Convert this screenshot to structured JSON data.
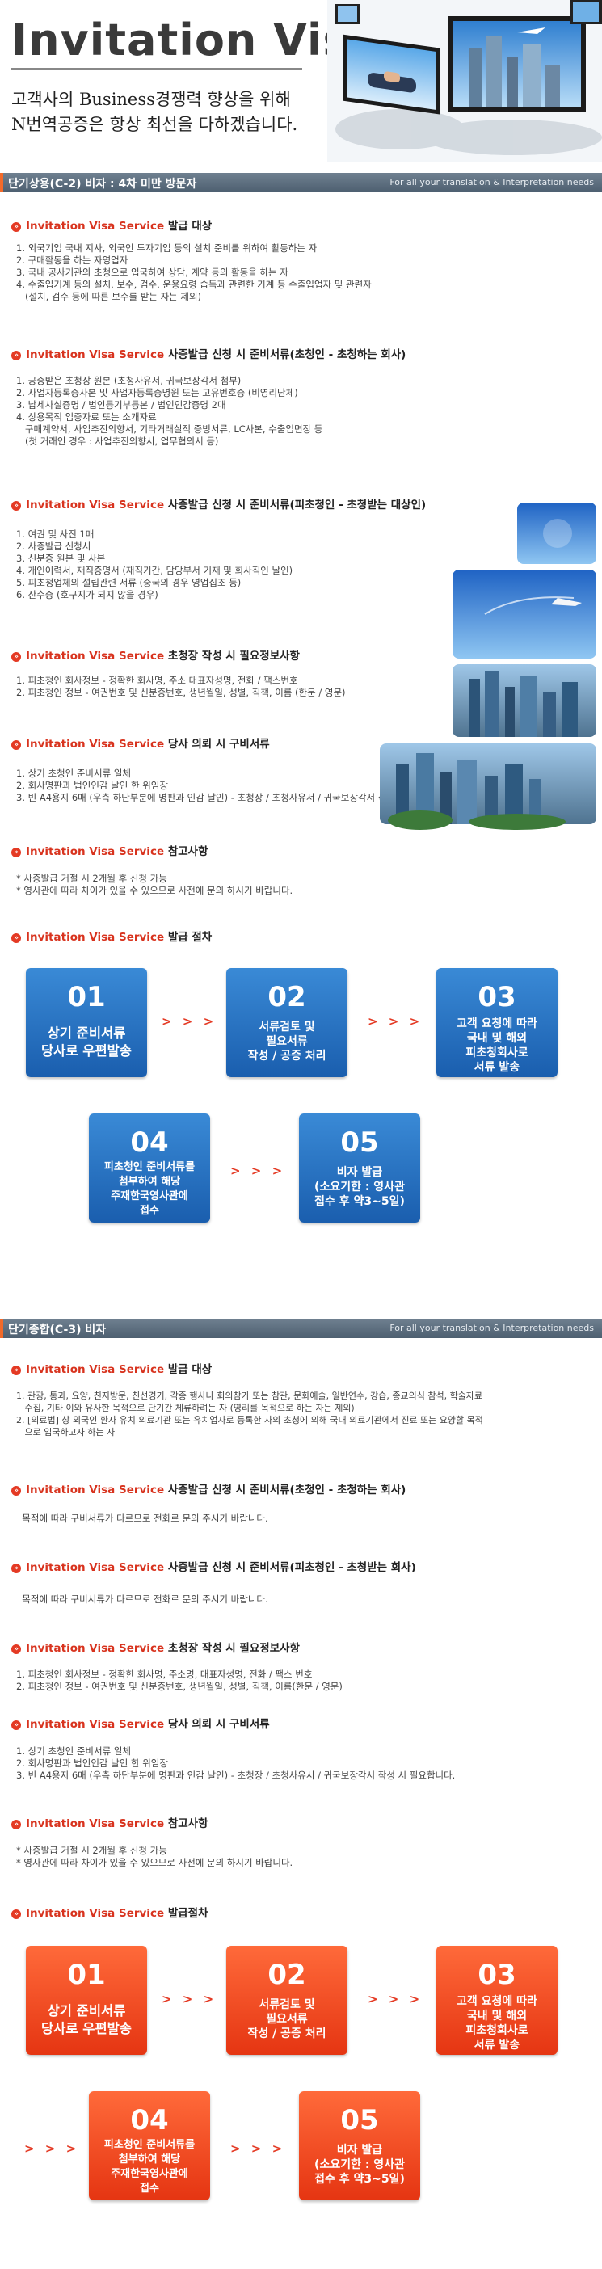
{
  "header": {
    "title": "Invitation Visa",
    "subtitle_line1": "고객사의 Business경쟁력 향상을 위해",
    "subtitle_line2": "N번역공증은 항상 최선을 다하겠습니다."
  },
  "brand_label": "Invitation Visa Service",
  "bar_right": "For all your translation & Interpretation needs",
  "section1": {
    "title": "단기상용(C-2) 비자 : 4차 미만 방문자",
    "blocks": [
      {
        "head": "발급 대상",
        "lines": "1. 외국기업 국내 지사, 외국인 투자기업 등의 설치 준비를 위하여 활동하는 자\n2. 구매활동을 하는 자영업자\n3. 국내 공사기관의 초청으로 입국하여 상담, 계약 등의 활동을 하는 자\n4. 수출입기계 등의 설치, 보수, 검수, 운용요령 습득과 관련한 기계 등 수출입업자 및 관련자\n   (설치, 검수 등에 따른 보수를 받는 자는 제외)"
      },
      {
        "head": "사증발급 신청 시 준비서류(초청인 - 초청하는 회사)",
        "lines": "1. 공증받은 초청장 원본 (초청사유서, 귀국보장각서 첨부)\n2. 사업자등록증사본 및 사업자등록증명원 또는 고유번호증 (비영리단체)\n3. 납세사실증명 / 법인등기부등본 / 법인인감증명 2매\n4. 상용목적 입증자료 또는 소개자료\n   구매계약서, 사업추진의향서, 기타거래실적 증빙서류, LC사본, 수출입면장 등\n   (첫 거래인 경우 : 사업추진의향서, 업무협의서 등)"
      },
      {
        "head": "사증발급 신청 시 준비서류(피초청인 - 초청받는 대상인)",
        "lines": "1. 여권 및 사진 1매\n2. 사증발급 신청서\n3. 신분증 원본 및 사본\n4. 개인이력서, 재직증명서 (재직기간, 담당부서 기재 및 회사직인 날인)\n5. 피초청업체의 설립관련 서류 (중국의 경우 영업집조 등)\n6. 잔수증 (호구지가 되지 않을 경우)"
      },
      {
        "head": "초청장 작성 시 필요정보사항",
        "lines": "1. 피초청인 회사정보 - 정확한 회사명, 주소 대표자성명, 전화 / 팩스번호\n2. 피초청인 정보 - 여권번호 및 신분증번호, 생년월일, 성별, 직책, 이름 (한문 / 영문)"
      },
      {
        "head": "당사 의뢰 시 구비서류",
        "lines": "1. 상기 초청인 준비서류 일체\n2. 회사명판과 법인인감 날인 한 위임장\n3. 빈 A4용지 6매 (우측 하단부분에 명판과 인감 날인) - 초청장 / 초청사유서 / 귀국보장각서 작성 시 필요 합니다."
      },
      {
        "head": "참고사항",
        "lines": "* 사증발급 거절 시 2개월 후 신청 가능\n* 영사관에 따라 차이가 있을 수 있으므로 사전에 문의 하시기 바랍니다."
      },
      {
        "head": "발급 절차",
        "lines": ""
      }
    ],
    "steps": [
      {
        "num": "01",
        "label": "상기 준비서류\n당사로 우편발송"
      },
      {
        "num": "02",
        "label": "서류검토 및\n필요서류\n작성 / 공증 처리"
      },
      {
        "num": "03",
        "label": "고객 요청에 따라\n국내 및 해외\n피초청회사로\n서류 발송"
      },
      {
        "num": "04",
        "label": "피초청인 준비서류를\n첨부하여 해당\n주재한국영사관에\n접수"
      },
      {
        "num": "05",
        "label": "비자 발급\n(소요기한 : 영사관\n접수 후 약3~5일)"
      }
    ],
    "arrows": "> > >"
  },
  "section2": {
    "title": "단기종합(C-3) 비자",
    "blocks": [
      {
        "head": "발급 대상",
        "lines": "1. 관광, 통과, 요양, 친지방문, 친선경기, 각종 행사나 회의참가 또는 참관, 문화예술, 일반연수, 강습, 종교의식 참석, 학술자료\n   수집, 기타 이와 유사한 목적으로 단기간 체류하려는 자 (영리를 목적으로 하는 자는 제외)\n2. [의료법] 상 외국인 환자 유치 의료기관 또는 유치업자로 등록한 자의 초청에 의해 국내 의료기관에서 진료 또는 요양할 목적\n   으로 입국하고자 하는 자"
      },
      {
        "head": "사증발급 신청 시 준비서류(초청인 - 초청하는 회사)",
        "lines": "  목적에 따라 구비서류가 다르므로 전화로 문의 주시기 바랍니다."
      },
      {
        "head": "사증발급 신청 시 준비서류(피초청인 - 초청받는 회사)",
        "lines": "  목적에 따라 구비서류가 다르므로 전화로 문의 주시기 바랍니다."
      },
      {
        "head": "초청장 작성 시 필요정보사항",
        "lines": "1. 피초청인 회사정보 - 정확한 회사명, 주소명, 대표자성명, 전화 / 팩스 번호\n2. 피초청인 정보 - 여권번호 및 신분증번호, 생년월일, 성별, 직책, 이름(한문 / 영문)"
      },
      {
        "head": "당사 의뢰 시 구비서류",
        "lines": "1. 상기 초청인 준비서류 일체\n2. 회사명판과 법인인감 날인 한 위임장\n3. 빈 A4용지 6매 (우측 하단부분에 명판과 인감 날인) - 초청장 / 초청사유서 / 귀국보장각서 작성 시 필요합니다."
      },
      {
        "head": "참고사항",
        "lines": "* 사증발급 거절 시 2개월 후 신청 가능\n* 영사관에 따라 차이가 있을 수 있으므로 사전에 문의 하시기 바랍니다."
      },
      {
        "head": "발급절차",
        "lines": ""
      }
    ],
    "steps": [
      {
        "num": "01",
        "label": "상기 준비서류\n당사로 우편발송"
      },
      {
        "num": "02",
        "label": "서류검토 및\n필요서류\n작성 / 공증 처리"
      },
      {
        "num": "03",
        "label": "고객 요청에 따라\n국내 및 해외\n피초청회사로\n서류 발송"
      },
      {
        "num": "04",
        "label": "피초청인 준비서류를\n첨부하여 해당\n주재한국영사관에\n접수"
      },
      {
        "num": "05",
        "label": "비자 발급\n(소요기한 : 영사관\n접수 후 약3~5일)"
      }
    ],
    "arrows": "> > >"
  }
}
